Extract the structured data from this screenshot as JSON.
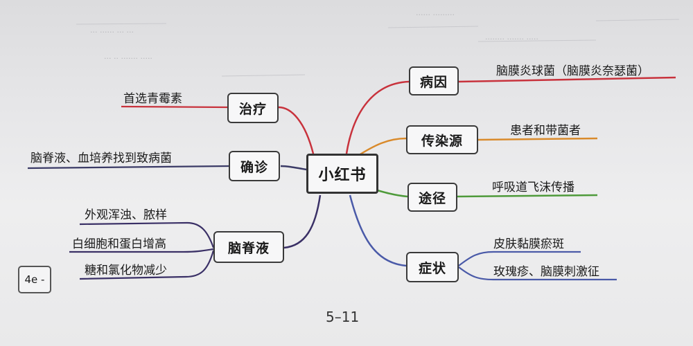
{
  "center": "小红书",
  "branches": {
    "cause": {
      "label": "病因",
      "leaves": [
        "脑膜炎球菌（脑膜炎奈瑟菌）"
      ]
    },
    "source": {
      "label": "传染源",
      "leaves": [
        "患者和带菌者"
      ]
    },
    "route": {
      "label": "途径",
      "leaves": [
        "呼吸道飞沫传播"
      ]
    },
    "symptom": {
      "label": "症状",
      "leaves": [
        "皮肤黏膜瘀斑",
        "玫瑰疹、脑膜刺激征"
      ]
    },
    "treatment": {
      "label": "治疗",
      "leaves": [
        "首选青霉素"
      ]
    },
    "diagnosis": {
      "label": "确诊",
      "leaves": [
        "脑脊液、血培养找到致病菌"
      ]
    },
    "csf": {
      "label": "脑脊液",
      "leaves": [
        "外观浑浊、脓样",
        "白细胞和蛋白增高",
        "糖和氯化物减少"
      ]
    }
  },
  "corner_tag": "4e -",
  "page_number": "5–11",
  "colors": {
    "cause": "#c8323c",
    "source": "#d98a2b",
    "route": "#4e9a3a",
    "symptom": "#4a5aa8",
    "treatment": "#c8323c",
    "diagnosis": "#3a3a66",
    "csf": "#3a3066"
  }
}
